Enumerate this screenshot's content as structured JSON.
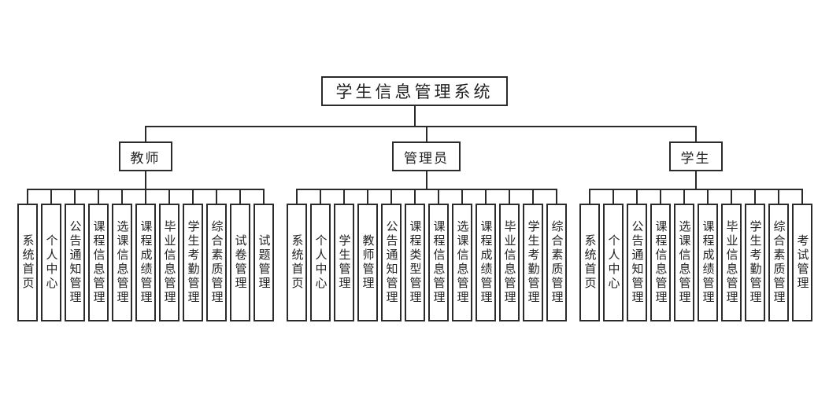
{
  "diagram": {
    "type": "org-tree",
    "title": "学生信息管理系统",
    "colors": {
      "line": "#2b2b2b",
      "text": "#222222",
      "background": "#ffffff"
    },
    "branches": [
      {
        "label": "教师",
        "children": [
          "系统首页",
          "个人中心",
          "公告通知管理",
          "课程信息管理",
          "选课信息管理",
          "课程成绩管理",
          "毕业信息管理",
          "学生考勤管理",
          "综合素质管理",
          "试卷管理",
          "试题管理"
        ]
      },
      {
        "label": "管理员",
        "children": [
          "系统首页",
          "个人中心",
          "学生管理",
          "教师管理",
          "公告通知管理",
          "课程类型管理",
          "课程信息管理",
          "选课信息管理",
          "课程成绩管理",
          "毕业信息管理",
          "学生考勤管理",
          "综合素质管理"
        ]
      },
      {
        "label": "学生",
        "children": [
          "系统首页",
          "个人中心",
          "公告通知管理",
          "课程信息管理",
          "选课信息管理",
          "课程成绩管理",
          "毕业信息管理",
          "学生考勤管理",
          "综合素质管理",
          "考试管理"
        ]
      }
    ]
  }
}
